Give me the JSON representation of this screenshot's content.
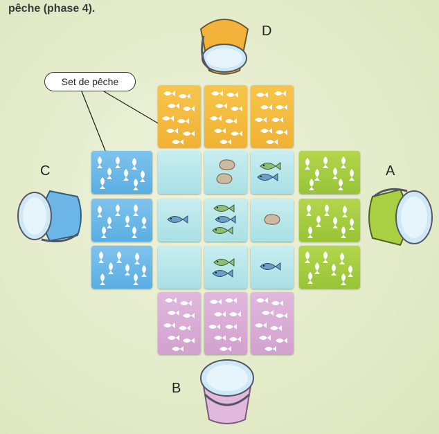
{
  "intro_text": "pêche (phase 4).",
  "callout_label": "Set de pêche",
  "players": {
    "A": "A",
    "B": "B",
    "C": "C",
    "D": "D"
  },
  "colors": {
    "background": "#e3ebc9",
    "orange": "#f0b235",
    "blue": "#5aaee2",
    "green": "#98c437",
    "pink": "#d2a1cf",
    "water": "#a9e0e4"
  },
  "grid": {
    "rows": [
      [
        "empty",
        "rock",
        "fish-2"
      ],
      [
        "fish-1",
        "fish-3",
        "rock"
      ],
      [
        "empty",
        "fish-2",
        "fish-1"
      ]
    ]
  },
  "icons": [
    "bucket-icon",
    "fish-icon",
    "rock-icon"
  ]
}
